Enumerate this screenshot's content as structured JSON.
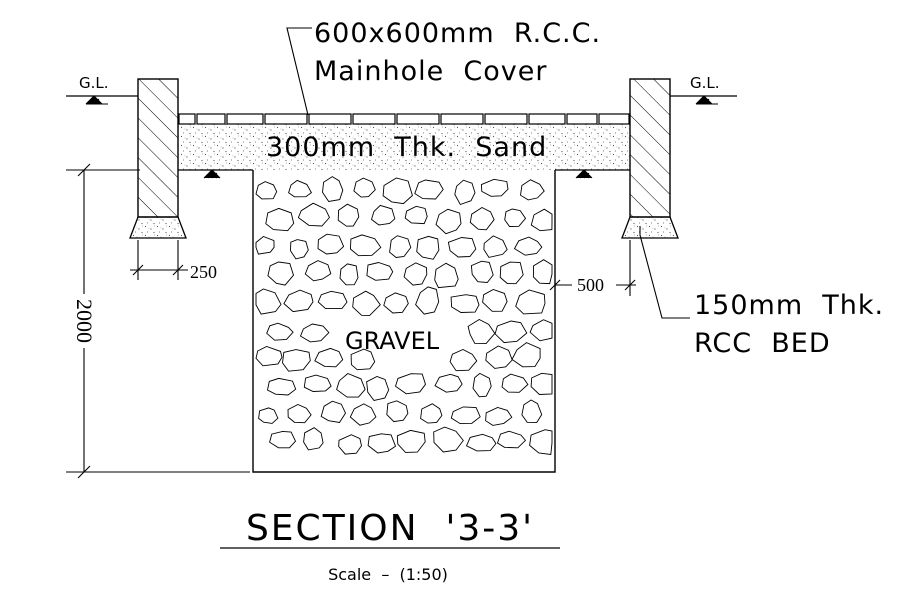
{
  "drawing": {
    "cover_label_line1": "600x600mm  R.C.C.",
    "cover_label_line2": "Mainhole  Cover",
    "sand_label": "300mm  Thk.  Sand",
    "ground_level_left": "G.L.",
    "ground_level_right": "G.L.",
    "gravel_label": "GRAVEL",
    "bed_label_line1": "150mm  Thk.",
    "bed_label_line2": "RCC  BED",
    "dim_wall_width": "250",
    "dim_gap": "500",
    "dim_depth": "2000",
    "title": "SECTION  '3-3'",
    "scale": "Scale  –  (1:50)"
  }
}
